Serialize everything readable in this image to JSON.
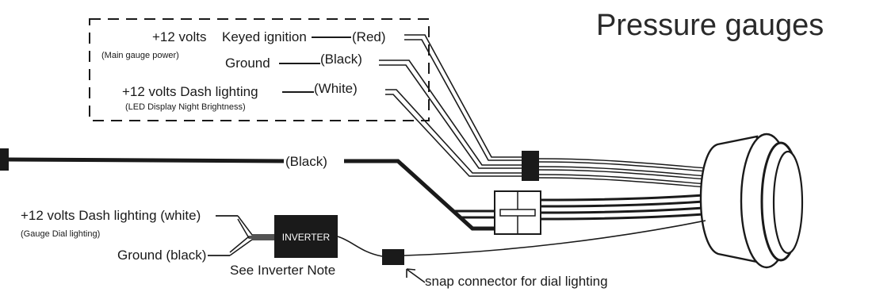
{
  "title": "Pressure gauges",
  "labels": {
    "keyed_volts": "+12 volts",
    "keyed_ignition": "Keyed ignition",
    "keyed_color": "(Red)",
    "main_power_note": "(Main gauge power)",
    "ground": "Ground",
    "ground_color": "(Black)",
    "dash_lighting": "+12 volts Dash lighting",
    "dash_color": "(White)",
    "led_note": "(LED Display Night Brightness)",
    "sensor_wire_color": "(Black)",
    "dial_lighting_white": "+12 volts Dash lighting (white)",
    "dial_lighting_note": "(Gauge Dial lighting)",
    "ground_black": "Ground (black)",
    "inverter": "INVERTER",
    "inverter_note": "See Inverter Note",
    "snap_connector": "snap connector for dial lighting"
  },
  "colors": {
    "ink": "#1a1a1a",
    "background": "#ffffff"
  }
}
